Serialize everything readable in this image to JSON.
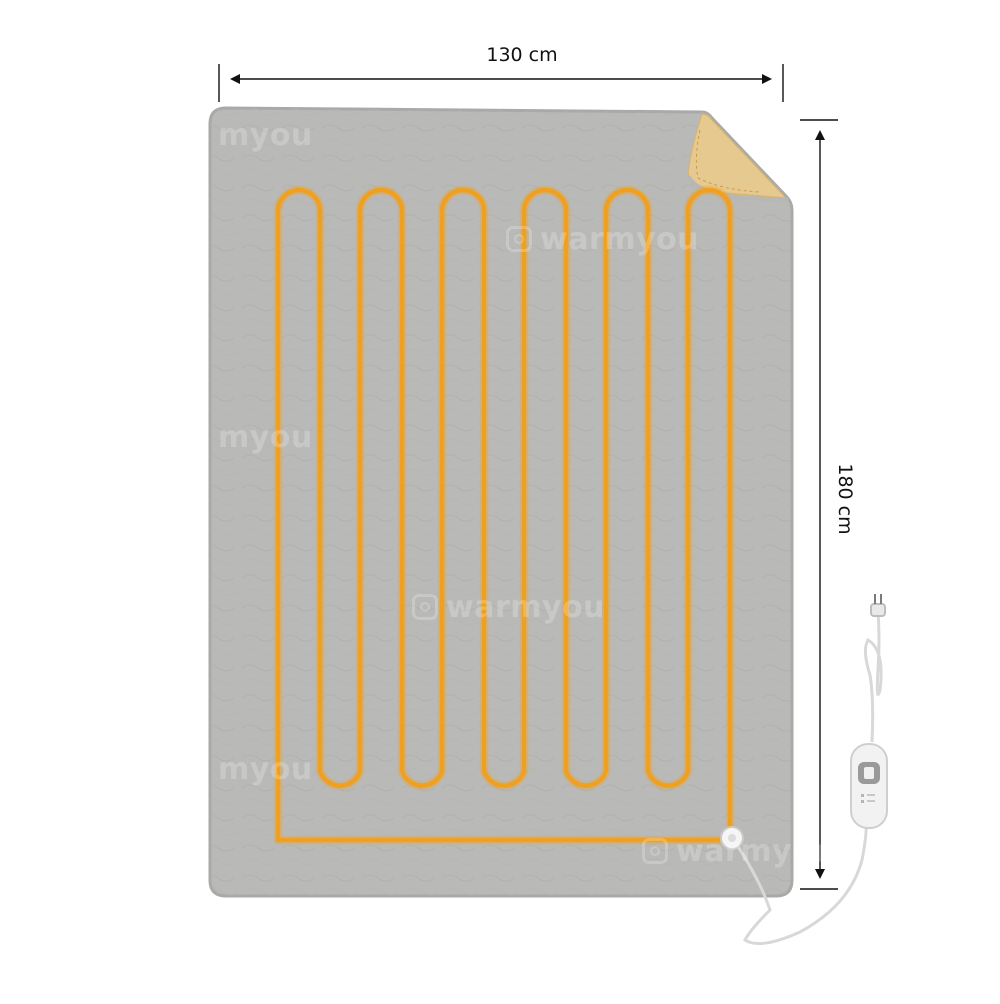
{
  "dimensions": {
    "width_label": "130 cm",
    "height_label": "180 cm"
  },
  "watermark": {
    "text": "warmyou",
    "cropped_text": "myou",
    "icon": "warmyou-logo-icon"
  },
  "product": {
    "heating_loops": 6,
    "colors": {
      "blanket": "#b9bab8",
      "blanket_edge": "#a9aaa8",
      "heating_wire": "#f0a020",
      "fleece_corner": "#e6c98f",
      "controller": "#f2f2f2",
      "dimension_lines": "#111111"
    },
    "icons": [
      "controller-icon",
      "plug-icon",
      "connector-icon"
    ]
  }
}
